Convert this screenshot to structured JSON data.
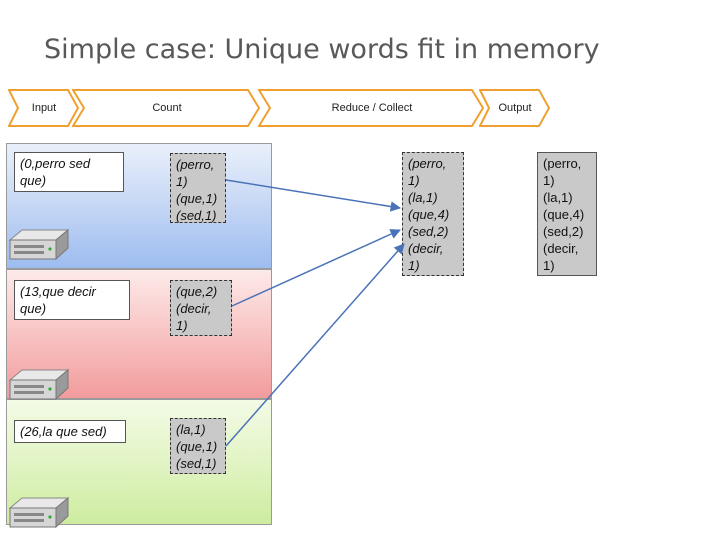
{
  "title": "Simple case: Unique words fit in memory",
  "stages": [
    "Input",
    "Count",
    "Reduce / Collect",
    "Output"
  ],
  "inputs": [
    "(0,perro sed que)",
    "(13,que decir que)",
    "(26,la que sed)"
  ],
  "counts": [
    [
      "(perro,",
      "1)",
      "(que,1)",
      "(sed,1)"
    ],
    [
      "(que,2)",
      "(decir,",
      "1)"
    ],
    [
      "(la,1)",
      "(que,1)",
      "(sed,1)"
    ]
  ],
  "reduce": [
    "(perro,",
    "1)",
    "(la,1)",
    "(que,4)",
    "(sed,2)",
    "(decir,",
    "1)"
  ],
  "output": [
    "(perro,",
    "1)",
    "(la,1)",
    "(que,4)",
    "(sed,2)",
    "(decir,",
    "1)"
  ],
  "colors": {
    "stage_fill": "#ffffff",
    "stage_border": "#f0a030",
    "panel_blue": "#9dbcf0",
    "panel_red": "#f29c9c",
    "panel_green": "#cdeca0",
    "arrow": "#4a72b8"
  },
  "icons": {
    "server": "server-icon"
  }
}
